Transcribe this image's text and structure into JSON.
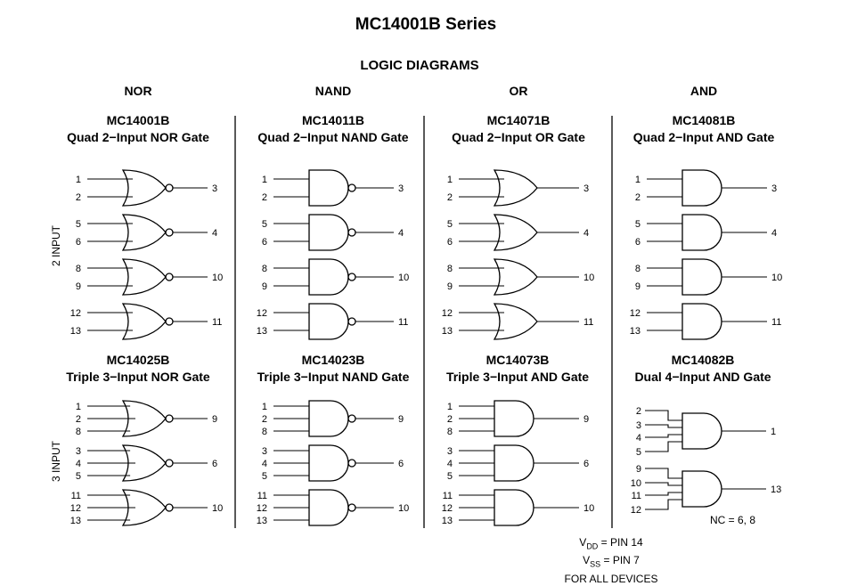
{
  "title": "MC14001B Series",
  "subtitle": "LOGIC DIAGRAMS",
  "columns": [
    {
      "heading": "NOR",
      "devices": [
        {
          "part": "MC14001B",
          "desc": "Quad 2−Input NOR Gate"
        },
        {
          "part": "MC14025B",
          "desc": "Triple 3−Input NOR Gate"
        }
      ]
    },
    {
      "heading": "NAND",
      "devices": [
        {
          "part": "MC14011B",
          "desc": "Quad 2−Input NAND Gate"
        },
        {
          "part": "MC14023B",
          "desc": "Triple 3−Input NAND Gate"
        }
      ]
    },
    {
      "heading": "OR",
      "devices": [
        {
          "part": "MC14071B",
          "desc": "Quad 2−Input OR Gate"
        },
        {
          "part": "MC14073B",
          "desc": "Triple 3−Input AND Gate"
        }
      ]
    },
    {
      "heading": "AND",
      "devices": [
        {
          "part": "MC14081B",
          "desc": "Quad 2−Input AND Gate"
        },
        {
          "part": "MC14082B",
          "desc": "Dual 4−Input AND Gate"
        }
      ]
    }
  ],
  "row_labels": [
    "2 INPUT",
    "3 INPUT"
  ],
  "diagrams": {
    "quad2_pins": [
      {
        "in": [
          "1",
          "2"
        ],
        "out": "3"
      },
      {
        "in": [
          "5",
          "6"
        ],
        "out": "4"
      },
      {
        "in": [
          "8",
          "9"
        ],
        "out": "10"
      },
      {
        "in": [
          "12",
          "13"
        ],
        "out": "11"
      }
    ],
    "triple3_pins": [
      {
        "in": [
          "1",
          "2",
          "8"
        ],
        "out": "9"
      },
      {
        "in": [
          "3",
          "4",
          "5"
        ],
        "out": "6"
      },
      {
        "in": [
          "11",
          "12",
          "13"
        ],
        "out": "10"
      }
    ],
    "dual4_pins": [
      {
        "in": [
          "2",
          "3",
          "4",
          "5"
        ],
        "out": "1"
      },
      {
        "in": [
          "9",
          "10",
          "11",
          "12"
        ],
        "out": "13"
      }
    ],
    "top_gate_types": [
      "nor",
      "nand",
      "or",
      "and"
    ],
    "bottom_gate_types": [
      "nor",
      "nand",
      "and"
    ]
  },
  "nc_note": "NC = 6, 8",
  "power": {
    "vdd_main": "V",
    "vdd_sub": "DD",
    "vdd_rest": " = PIN 14",
    "vss_main": "V",
    "vss_sub": "SS",
    "vss_rest": " = PIN 7",
    "all": "FOR ALL DEVICES"
  }
}
